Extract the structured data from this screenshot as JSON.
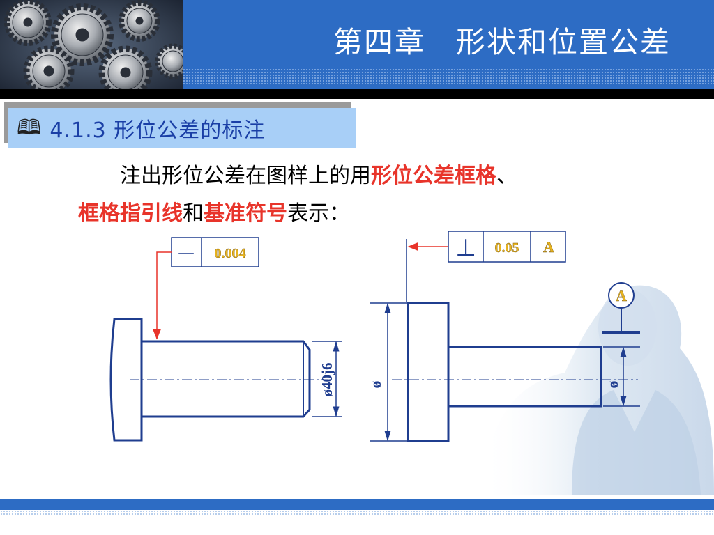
{
  "header": {
    "title": "第四章　形状和位置公差"
  },
  "section": {
    "icon": "open-book-icon",
    "label": "4.1.3  形位公差的标注"
  },
  "paragraph": {
    "p1": "注出形位公差在图样上的用",
    "h1": "形位公差框格",
    "p2": "、",
    "h2": "框格指引线",
    "p3": "和",
    "h3": "基准符号",
    "p4": "表示："
  },
  "drawing_left": {
    "symbol": "—",
    "tolerance": "0.004",
    "dimension": "ø40j6"
  },
  "drawing_right": {
    "symbol": "⊥",
    "tolerance": "0.05",
    "datum": "A",
    "datum_symbol": "A",
    "dim_left": "ø",
    "dim_right": "ø"
  },
  "colors": {
    "header": "#2d6cc4",
    "line": "#1f3d8f",
    "accent": "#e8342a",
    "tolerance_text": "#e8b41f"
  }
}
